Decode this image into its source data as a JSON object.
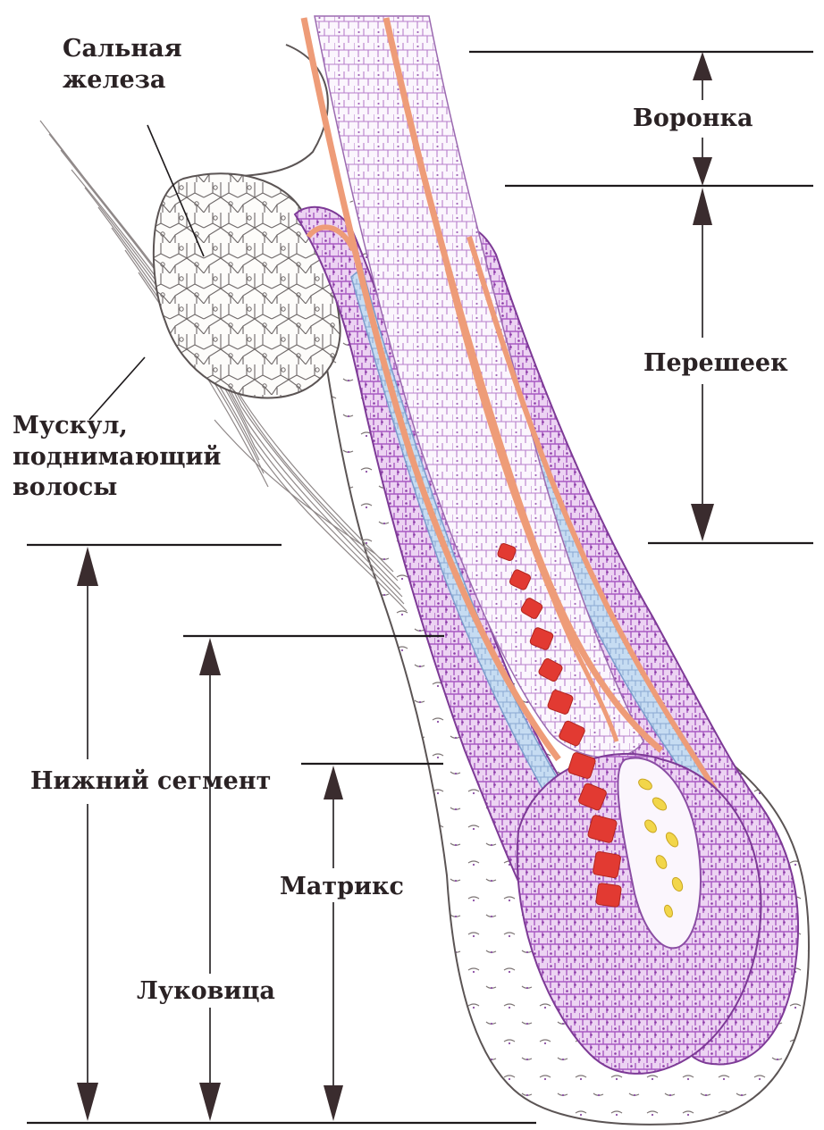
{
  "labels": {
    "sebaceous_gland": [
      "Сальная",
      "железа"
    ],
    "funnel": "Воронка",
    "isthmus": "Перешеек",
    "muscle": [
      "Мускул,",
      "поднимающий",
      "волосы"
    ],
    "lower_segment": "Нижний сегмент",
    "bulb": "Луковица",
    "matrix": "Матрикс"
  },
  "colors": {
    "outline": "#3a3338",
    "purple_layer": "#b25cc8",
    "purple_fill": "#e9cdf0",
    "blue_layer": "#9fc4e6",
    "orange_layer": "#ee9c78",
    "pigment_red": "#e23a32",
    "papilla_yellow": "#f2d64a",
    "text": "#2a2224"
  },
  "icons": [
    "arrow-up-icon",
    "arrow-down-icon"
  ]
}
